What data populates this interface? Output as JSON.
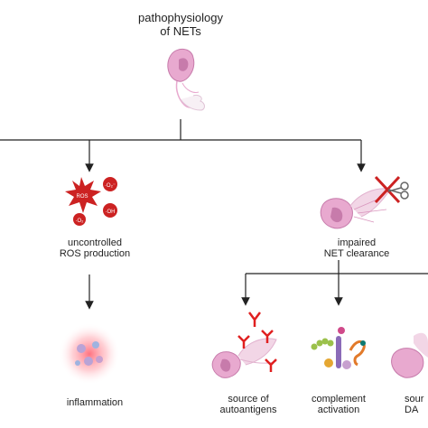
{
  "title": {
    "line1": "pathophysiology",
    "line2": "of NETs"
  },
  "branches": {
    "ros": {
      "line1": "uncontrolled",
      "line2": "ROS production",
      "badges": [
        "ROS",
        "·O₂⁻",
        "·O₂",
        "·OH"
      ]
    },
    "clearance": {
      "line1": "impaired",
      "line2": "NET clearance"
    },
    "inflammation": {
      "label": "inflammation"
    },
    "autoantigens": {
      "line1": "source of",
      "line2": "autoantigens"
    },
    "complement": {
      "line1": "complement",
      "line2": "activation"
    },
    "damps": {
      "line1": "sour",
      "line2": "DA"
    }
  },
  "colors": {
    "cell": "#e8a9cf",
    "nucleus": "#c77bab",
    "ros_red": "#cc2222",
    "antibody": "#e02020",
    "line": "#222222"
  },
  "icons": [
    "neutrophil-net-icon",
    "ros-burst-icon",
    "scissors-icon",
    "antibody-icon",
    "complement-protein-icon"
  ]
}
